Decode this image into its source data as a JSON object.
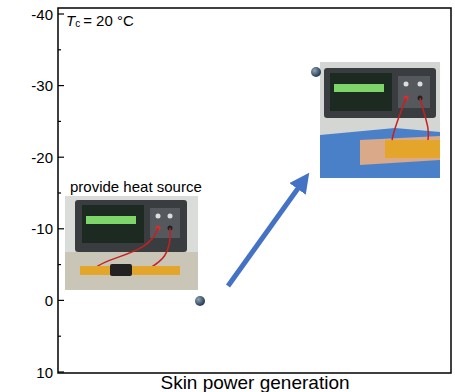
{
  "diagram": {
    "labels": [
      "-40",
      "-30",
      "-20",
      "-10",
      "0",
      "10",
      "T",
      "c",
      "= 20 °C",
      "provide heat source",
      "Skin power generation"
    ]
  }
}
